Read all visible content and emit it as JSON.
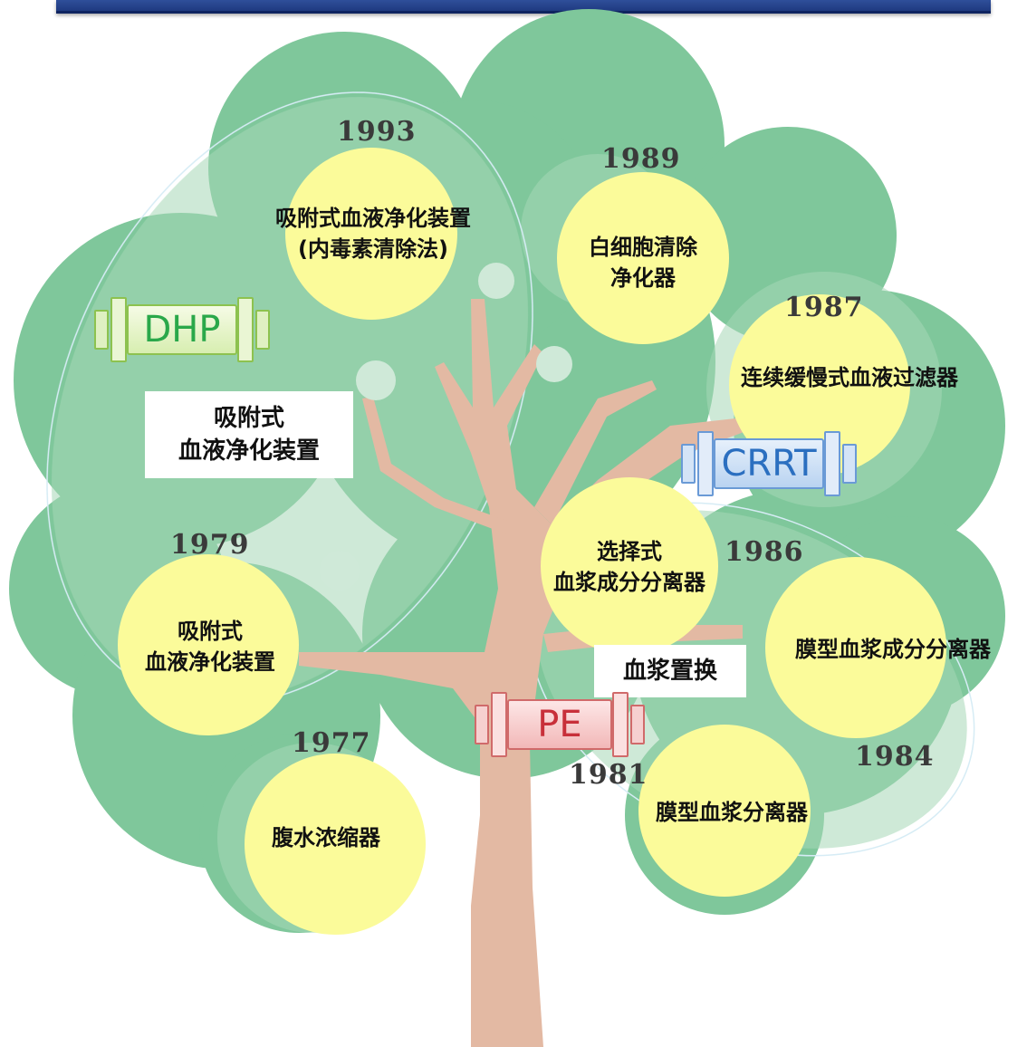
{
  "years": {
    "y1993": "1993",
    "y1989": "1989",
    "y1987": "1987",
    "y1986": "1986",
    "y1979": "1979",
    "y1977": "1977",
    "y1981": "1981",
    "y1984": "1984"
  },
  "devices": {
    "adsorption_1993_line1": "吸附式血液净化装置",
    "adsorption_1993_line2": "(内毒素清除法)",
    "leukocyte_1989_line1": "白细胞清除",
    "leukocyte_1989_line2": "净化器",
    "crrt_filter_1987": "连续缓慢式血液过滤器",
    "selective_1986_line1": "选择式",
    "selective_1986_line2": "血浆成分分离器",
    "membrane_component_1984": "膜型血浆成分分离器",
    "adsorption_1979_line1": "吸附式",
    "adsorption_1979_line2": "血液净化装置",
    "ascites_1977": "腹水浓缩器",
    "membrane_plasma_1981": "膜型血浆分离器"
  },
  "boxes": {
    "dhp_group_line1": "吸附式",
    "dhp_group_line2": "血液净化装置",
    "pe_group": "血浆置换"
  },
  "badges": {
    "dhp": "DHP",
    "crrt": "CRRT",
    "pe": "PE"
  },
  "colors": {
    "banner": "#1f3a80",
    "foliage": "#7fc79b",
    "foliage_light": "#a6d8b6",
    "trunk": "#e3b9a3",
    "circle_fill": "#fbfb9a",
    "dhp_green": "#2aa84a",
    "crrt_blue": "#2b6fc0",
    "pe_red": "#c8303a"
  }
}
